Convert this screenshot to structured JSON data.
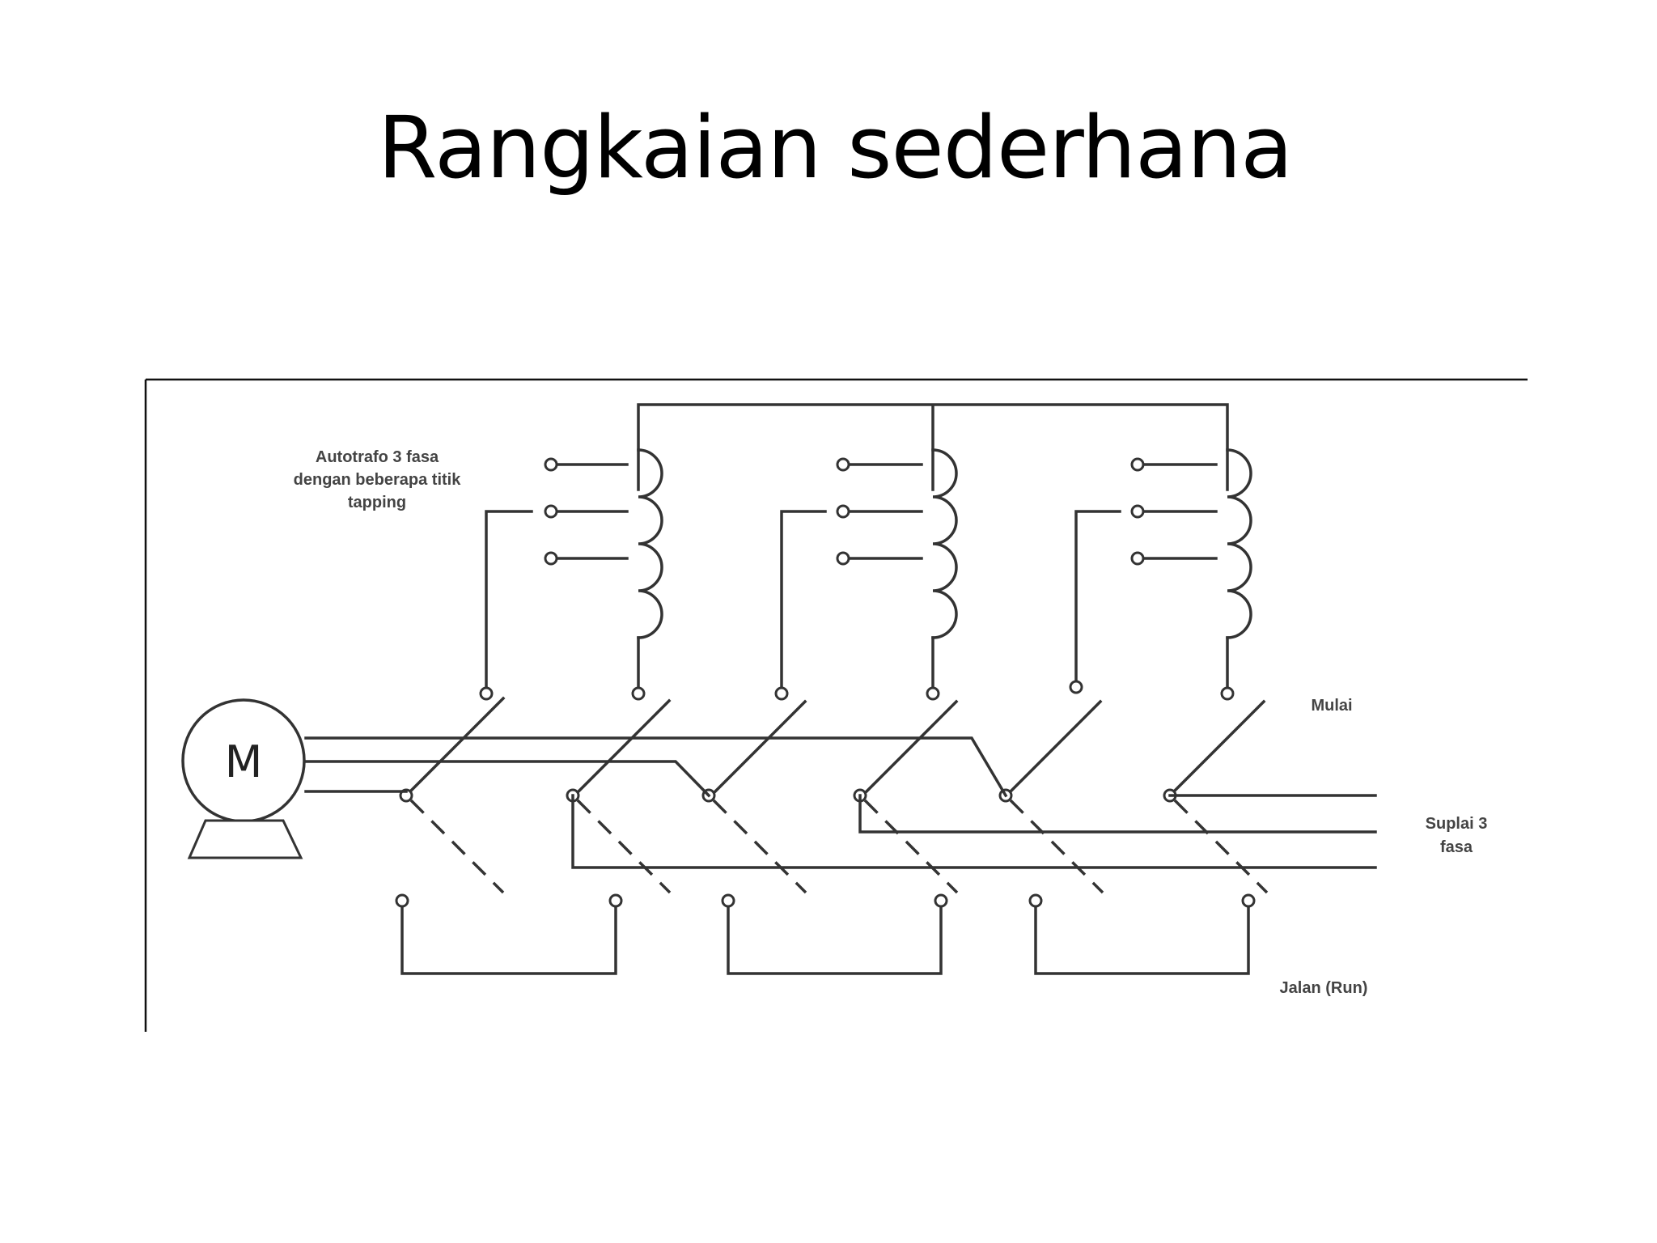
{
  "title": "Rangkaian sederhana",
  "diagram": {
    "motor_label": "M",
    "labels": {
      "autotrafo_line1": "Autotrafo 3 fasa",
      "autotrafo_line2": "dengan beberapa titik",
      "autotrafo_line3": "tapping",
      "start": "Mulai",
      "supply_line1": "Suplai 3",
      "supply_line2": "fasa",
      "run": "Jalan (Run)"
    }
  }
}
